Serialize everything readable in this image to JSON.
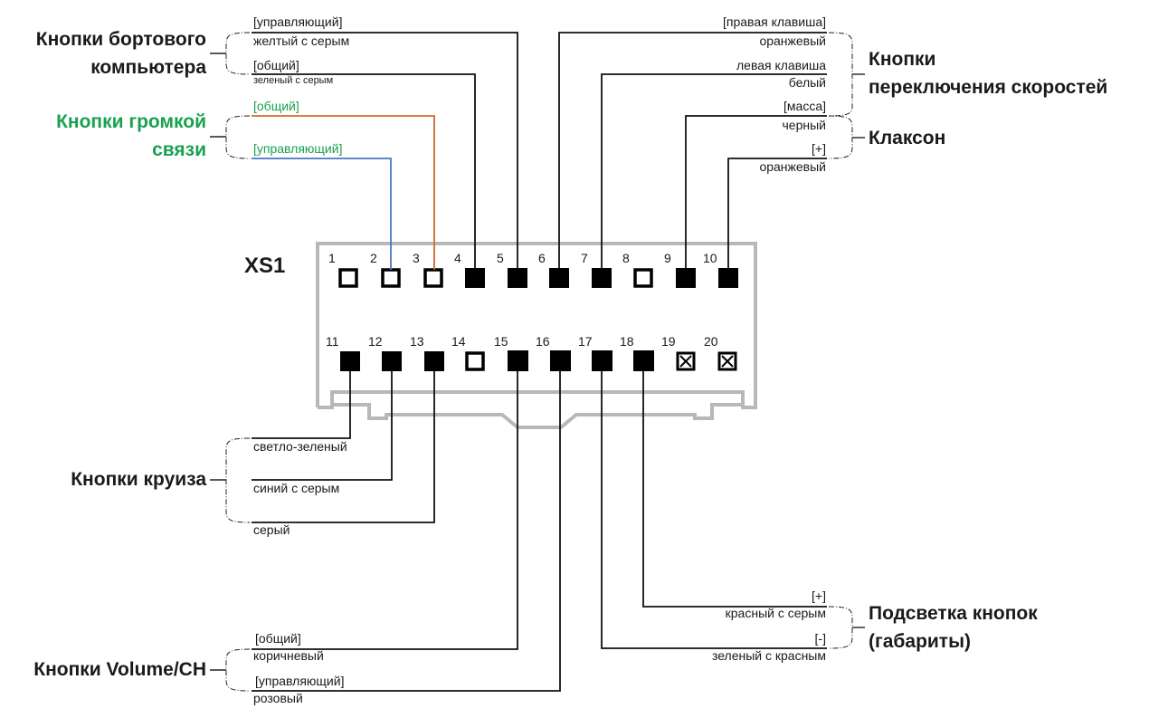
{
  "connector": {
    "name": "XS1"
  },
  "colors": {
    "wire": "#111111",
    "orange": "#d06a2e",
    "blue": "#4a78c0",
    "green_label": "#1aa150",
    "housing": "#b8b8b8"
  },
  "pins_top": [
    "1",
    "2",
    "3",
    "4",
    "5",
    "6",
    "7",
    "8",
    "9",
    "10"
  ],
  "pins_bottom": [
    "11",
    "12",
    "13",
    "14",
    "15",
    "16",
    "17",
    "18",
    "19",
    "20"
  ],
  "groups": {
    "onboard": {
      "line1": "Кнопки бортового",
      "line2": "компьютера"
    },
    "handsfree": {
      "line1": "Кнопки громкой",
      "line2": "связи"
    },
    "cruise": {
      "label": "Кнопки круиза"
    },
    "volume": {
      "label": "Кнопки Volume/CH"
    },
    "gear": {
      "line1": "Кнопки",
      "line2": "переключения скоростей"
    },
    "horn": {
      "label": "Клаксон"
    },
    "backlight": {
      "line1": "Подсветка кнопок",
      "line2": "(габариты)"
    }
  },
  "wires": {
    "w5_role": "[управляющий]",
    "w5_color": "желтый с серым",
    "w4_role": "[общий]",
    "w4_color": "зеленый с серым",
    "w3_role": "[общий]",
    "w2_role": "[управляющий]",
    "w6_role": "[правая клавиша]",
    "w6_color": "оранжевый",
    "w7_role": "левая клавиша",
    "w7_color": "белый",
    "w9_role": "[масса]",
    "w9_color": "черный",
    "w10_role": "[+]",
    "w10_color": "оранжевый",
    "w11_color": "светло-зеленый",
    "w12_color": "синий с серым",
    "w13_color": "серый",
    "w15_role": "[общий]",
    "w15_color": "коричневый",
    "w16_role": "[управляющий]",
    "w16_color": "розовый",
    "w18_role": "[+]",
    "w18_color": "красный с серым",
    "w17_role": "[-]",
    "w17_color": "зеленый с красным"
  }
}
